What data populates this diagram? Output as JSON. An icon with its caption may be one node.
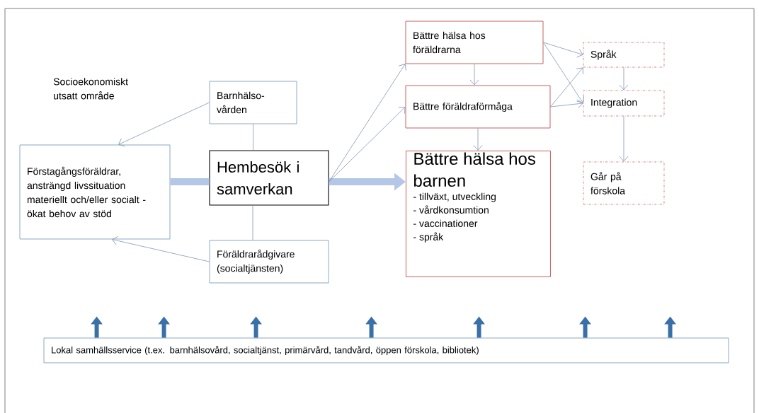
{
  "diagram": {
    "nodes": [
      {
        "text": [
          "Barnhälso-vården"
        ]
      },
      {
        "text": [
          "Förstagångsföräldrar, ansträngd livssituation materiellt och/eller socialt - ökat behov av stöd"
        ]
      },
      {
        "text": [
          "Hembesök i samverkan"
        ]
      },
      {
        "text": [
          "Föräldrarådgivare (socialtjänsten)"
        ]
      },
      {
        "text": [
          "Bättre hälsa hos föräldrarna"
        ]
      },
      {
        "text": [
          "Bättre föräldraförmåga"
        ]
      },
      {
        "text": [
          "Bättre hälsa hos barnen",
          "- tillväxt, utveckling",
          "- vårdkonsumtion",
          "- vaccinationer",
          "- språk"
        ]
      },
      {
        "text": [
          "Språk"
        ]
      },
      {
        "text": [
          "Integration"
        ]
      },
      {
        "text": [
          "Går på förskola"
        ]
      },
      {
        "text": [
          "Lokal samhällsservice (t.ex. barnhälsovård, socialtjänst, primärvård, tandvård, öppen förskola, bibliotek)"
        ]
      }
    ],
    "edges": [
      {
        "from": 0,
        "to": 1,
        "arrow": "to"
      },
      {
        "from": 3,
        "to": 1,
        "arrow": "to"
      },
      {
        "from": 0,
        "to": 2,
        "arrow": "none"
      },
      {
        "from": 2,
        "to": 3,
        "arrow": "none"
      },
      {
        "from": 1,
        "to": 2,
        "arrow": "none",
        "style": "thick",
        "color": "#b4c7e7"
      },
      {
        "from": 2,
        "to": 6,
        "arrow": "to",
        "style": "thick",
        "color": "#b4c7e7"
      },
      {
        "from": 2,
        "to": 4,
        "arrow": "to"
      },
      {
        "from": 2,
        "to": 5,
        "arrow": "to"
      },
      {
        "from": 4,
        "to": 5,
        "arrow": "to"
      },
      {
        "from": 5,
        "to": 6,
        "arrow": "to"
      },
      {
        "from": 4,
        "to": 7,
        "arrow": "to"
      },
      {
        "from": 4,
        "to": 8,
        "arrow": "to"
      },
      {
        "from": 5,
        "to": 7,
        "arrow": "to"
      },
      {
        "from": 5,
        "to": 8,
        "arrow": "to"
      },
      {
        "from": 7,
        "to": 8,
        "arrow": "to"
      },
      {
        "from": 8,
        "to": 9,
        "arrow": "to"
      },
      {
        "from": 10,
        "to": null,
        "arrow": "to",
        "style": "thick",
        "color": "#3a70a8"
      },
      {
        "from": 10,
        "to": null,
        "arrow": "to",
        "style": "thick",
        "color": "#3a70a8"
      },
      {
        "from": 10,
        "to": null,
        "arrow": "to",
        "style": "thick",
        "color": "#3a70a8"
      },
      {
        "from": 10,
        "to": null,
        "arrow": "to",
        "style": "thick",
        "color": "#3a70a8"
      },
      {
        "from": 10,
        "to": null,
        "arrow": "to",
        "style": "thick",
        "color": "#3a70a8"
      },
      {
        "from": 10,
        "to": null,
        "arrow": "to",
        "style": "thick",
        "color": "#3a70a8"
      },
      {
        "from": 10,
        "to": null,
        "arrow": "to",
        "style": "thick",
        "color": "#3a70a8"
      }
    ],
    "labels": [
      "Socioekonomiskt utsatt område"
    ]
  }
}
